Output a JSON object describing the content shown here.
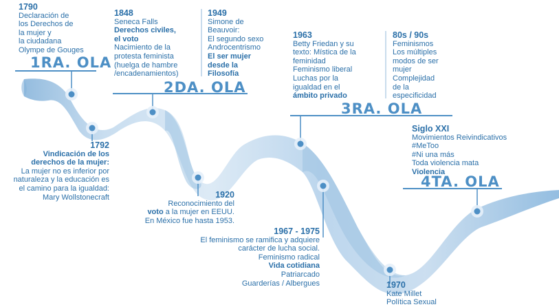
{
  "waves": [
    {
      "title": "1RA. OLA"
    },
    {
      "title": "2DA. OLA"
    },
    {
      "title": "3RA. OLA"
    },
    {
      "title": "4TA. OLA"
    }
  ],
  "events": {
    "e1790": {
      "year": "1790",
      "lines": [
        "Declaración de",
        "los Derechos de",
        "la mujer y",
        "la ciudadana",
        "Olympe de Gouges"
      ]
    },
    "e1848": {
      "year": "1848",
      "l1": "Seneca Falls",
      "b1": "Derechos civiles,",
      "b2": "el voto",
      "l2": "Nacimiento de la",
      "l3": "protesta feminista",
      "l4": "(huelga de hambre",
      "l5": "/encadenamientos)"
    },
    "e1949": {
      "year": "1949",
      "l1": "Simone de",
      "l2": "Beauvoir:",
      "l3": "El segundo sexo",
      "l4": "Androcentrismo",
      "b1": "El ser mujer",
      "b2": "desde la",
      "b3": "Filosofía"
    },
    "e1963": {
      "year": "1963",
      "l1": "Betty Friedan y su",
      "l2": "texto: Mística de la",
      "l3": "feminidad",
      "l4": "Feminismo liberal",
      "l5": "Luchas por la",
      "l6": "igualdad en el",
      "b1": "ámbito privado"
    },
    "e80s": {
      "year": "80s / 90s",
      "lines": [
        "Feminismos",
        "Los múltiples",
        "modos de ser",
        "mujer",
        "Complejidad",
        "de la",
        "especificidad"
      ]
    },
    "e1792": {
      "year": "1792",
      "b1": "Vindicación de los",
      "b2": "derechos de la mujer:",
      "l1": "La mujer no es inferior por",
      "l2": "naturaleza y la educación es",
      "l3": "el camino para la igualdad:",
      "l4": "Mary Wollstonecraft"
    },
    "e1920": {
      "year": "1920",
      "l1": "Reconocimiento del",
      "b1": "voto",
      "l2": " a la mujer en EEUU.",
      "l3": "En México fue hasta 1953."
    },
    "e1967": {
      "year": "1967 - 1975",
      "l1": "El feminismo se ramifica y adquiere",
      "l2": "carácter de lucha social.",
      "l3": "Feminismo radical",
      "b1": "Vida cotidiana",
      "l4": "Patriarcado",
      "l5": "Guarderías / Albergues"
    },
    "e1970": {
      "year": "1970",
      "lines": [
        "Kate Millet",
        "Política Sexual"
      ]
    },
    "eXXI": {
      "year": "Siglo XXI",
      "lines": [
        "Movimientos Reivindicativos",
        "#MeToo",
        "#Ni una más",
        "Toda violencia mata"
      ],
      "b1": "Violencia"
    }
  },
  "colors": {
    "ribbon_light": "#d4e5f3",
    "ribbon_mid": "#a9c9e6",
    "ribbon_dark": "#86b3da",
    "accent": "#4d8fc5",
    "text": "#2a6fa8"
  }
}
